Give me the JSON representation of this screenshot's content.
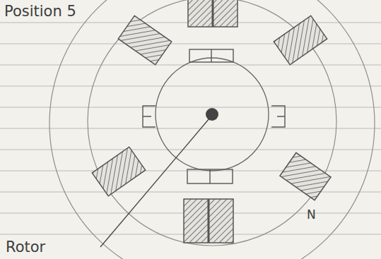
{
  "diagram": {
    "labels": [
      "Position 5",
      "Rotor",
      "N"
    ]
  }
}
